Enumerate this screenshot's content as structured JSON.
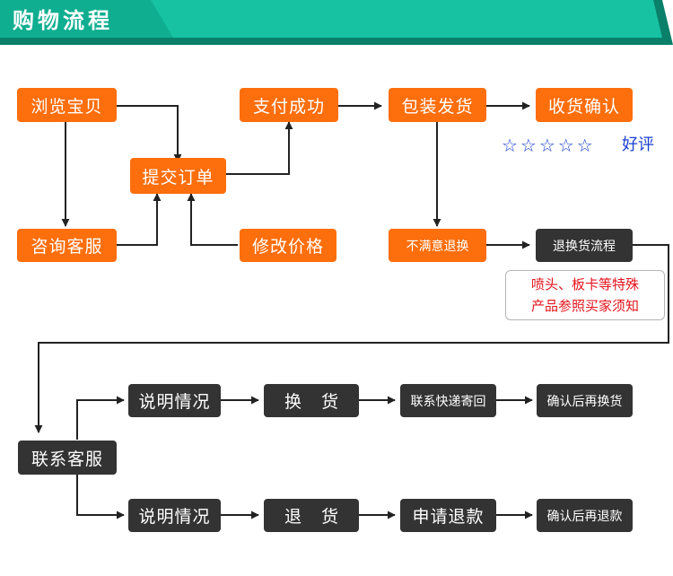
{
  "header": {
    "title": "购物流程",
    "colors": {
      "banner": "#17c2a2",
      "banner_edge": "#0a7f6a"
    }
  },
  "colors": {
    "primary_step": "#fd6e0c",
    "return_step": "#333333",
    "arrow": "#222222",
    "notice_text": "#e3141d",
    "rating": "#1a3fd0"
  },
  "flow": {
    "browse": "浏览宝贝",
    "submit_order": "提交订单",
    "pay_success": "支付成功",
    "pack_ship": "包装发货",
    "confirm_receipt": "收货确认",
    "consult_service": "咨询客服",
    "modify_price": "修改价格",
    "dissatisfied_return": "不满意退换",
    "return_process": "退换货流程"
  },
  "rating": {
    "stars": "☆☆☆☆☆",
    "label": "好评"
  },
  "notice": {
    "line1": "喷头、板卡等特殊",
    "line2": "产品参照买家须知"
  },
  "returns": {
    "contact_service": "联系客服",
    "exchange": {
      "explain": "说明情况",
      "action": "换货",
      "ship_back": "联系快递寄回",
      "result": "确认后再换货"
    },
    "refund": {
      "explain": "说明情况",
      "action": "退货",
      "apply": "申请退款",
      "result": "确认后再退款"
    }
  }
}
